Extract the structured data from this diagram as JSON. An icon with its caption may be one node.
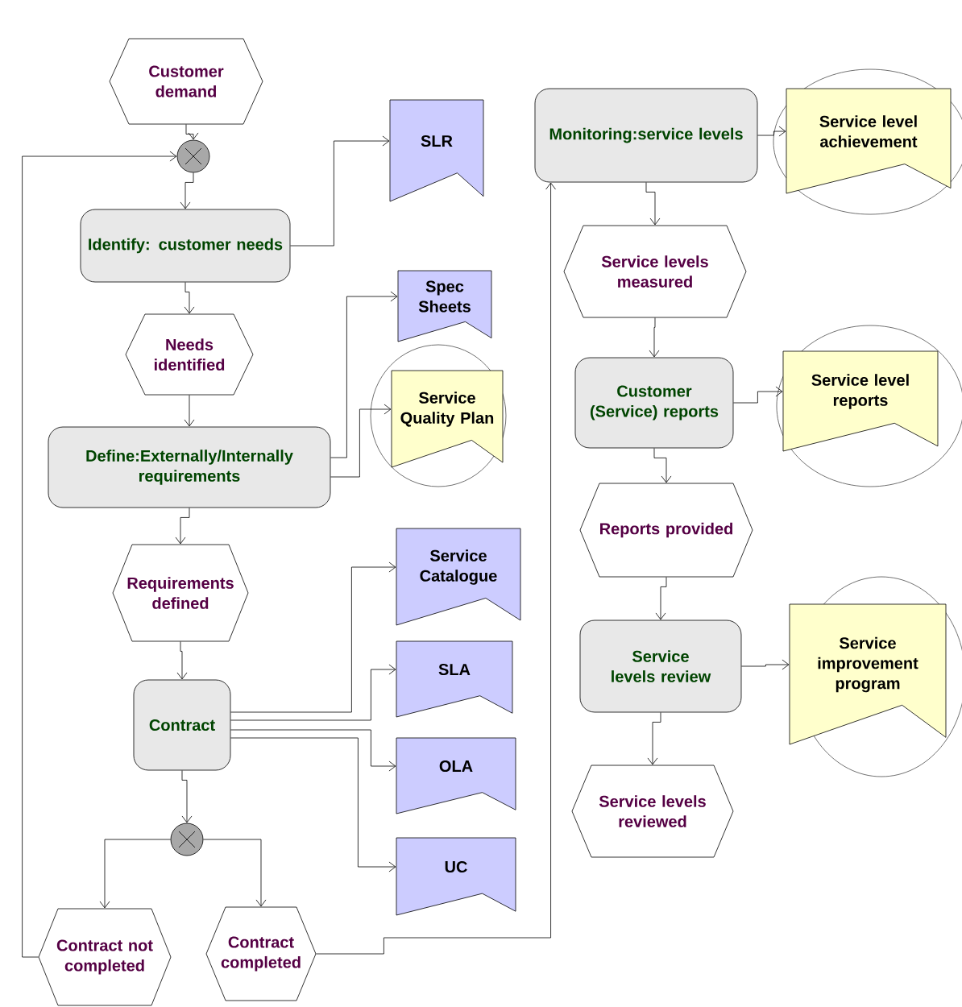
{
  "diagram": {
    "nodes": [
      {
        "text": [
          "Customer demand"
        ]
      },
      {
        "text": [],
        "shape": "circle"
      },
      {
        "text": [
          "Identify: customer needs"
        ]
      },
      {
        "text": [
          "SLR"
        ]
      },
      {
        "text": [
          "Needs identified"
        ]
      },
      {
        "text": [
          "Define:Externally/Internally requirements"
        ]
      },
      {
        "text": [
          "Spec Sheets"
        ]
      },
      {
        "text": [
          "Service Quality Plan"
        ]
      },
      {
        "text": [
          "Requirements defined"
        ]
      },
      {
        "text": [
          "Contract"
        ]
      },
      {
        "text": [
          "Service Catalogue"
        ]
      },
      {
        "text": [
          "SLA"
        ]
      },
      {
        "text": [
          "OLA"
        ]
      },
      {
        "text": [
          "UC"
        ]
      },
      {
        "text": [],
        "shape": "circle"
      },
      {
        "text": [
          "Contract not completed"
        ]
      },
      {
        "text": [
          "Contract completed"
        ]
      },
      {
        "text": [
          "Monitoring:service levels"
        ]
      },
      {
        "text": [
          "Service level achievement"
        ]
      },
      {
        "text": [
          "Service levels measured"
        ]
      },
      {
        "text": [
          "Customer (Service) reports"
        ]
      },
      {
        "text": [
          "Service level reports"
        ]
      },
      {
        "text": [
          "Reports provided"
        ]
      },
      {
        "text": [
          "Service levels review"
        ]
      },
      {
        "text": [
          "Service improvement program"
        ]
      },
      {
        "text": [
          "Service levels reviewed"
        ]
      }
    ],
    "edges": [
      {
        "from": 0,
        "to": 1,
        "arrow": "to"
      },
      {
        "from": 1,
        "to": 2,
        "arrow": "to"
      },
      {
        "from": 2,
        "to": 3,
        "arrow": "to"
      },
      {
        "from": 2,
        "to": 4,
        "arrow": "to"
      },
      {
        "from": 4,
        "to": 5,
        "arrow": "to"
      },
      {
        "from": 5,
        "to": 6,
        "arrow": "to"
      },
      {
        "from": 5,
        "to": 7,
        "arrow": "to"
      },
      {
        "from": 5,
        "to": 8,
        "arrow": "to"
      },
      {
        "from": 8,
        "to": 9,
        "arrow": "to"
      },
      {
        "from": 9,
        "to": 10,
        "arrow": "to"
      },
      {
        "from": 9,
        "to": 11,
        "arrow": "to"
      },
      {
        "from": 9,
        "to": 12,
        "arrow": "to"
      },
      {
        "from": 9,
        "to": 13,
        "arrow": "to"
      },
      {
        "from": 9,
        "to": 14,
        "arrow": "to"
      },
      {
        "from": 14,
        "to": 15,
        "arrow": "to"
      },
      {
        "from": 14,
        "to": 16,
        "arrow": "to"
      },
      {
        "from": 15,
        "to": 1,
        "arrow": "to"
      },
      {
        "from": 16,
        "to": 17,
        "arrow": "to"
      },
      {
        "from": 17,
        "to": 18,
        "arrow": "to"
      },
      {
        "from": 17,
        "to": 19,
        "arrow": "to"
      },
      {
        "from": 19,
        "to": 20,
        "arrow": "to"
      },
      {
        "from": 20,
        "to": 21,
        "arrow": "to"
      },
      {
        "from": 20,
        "to": 22,
        "arrow": "to"
      },
      {
        "from": 22,
        "to": 23,
        "arrow": "to"
      },
      {
        "from": 23,
        "to": 24,
        "arrow": "to"
      },
      {
        "from": 23,
        "to": 25,
        "arrow": "to"
      }
    ]
  }
}
